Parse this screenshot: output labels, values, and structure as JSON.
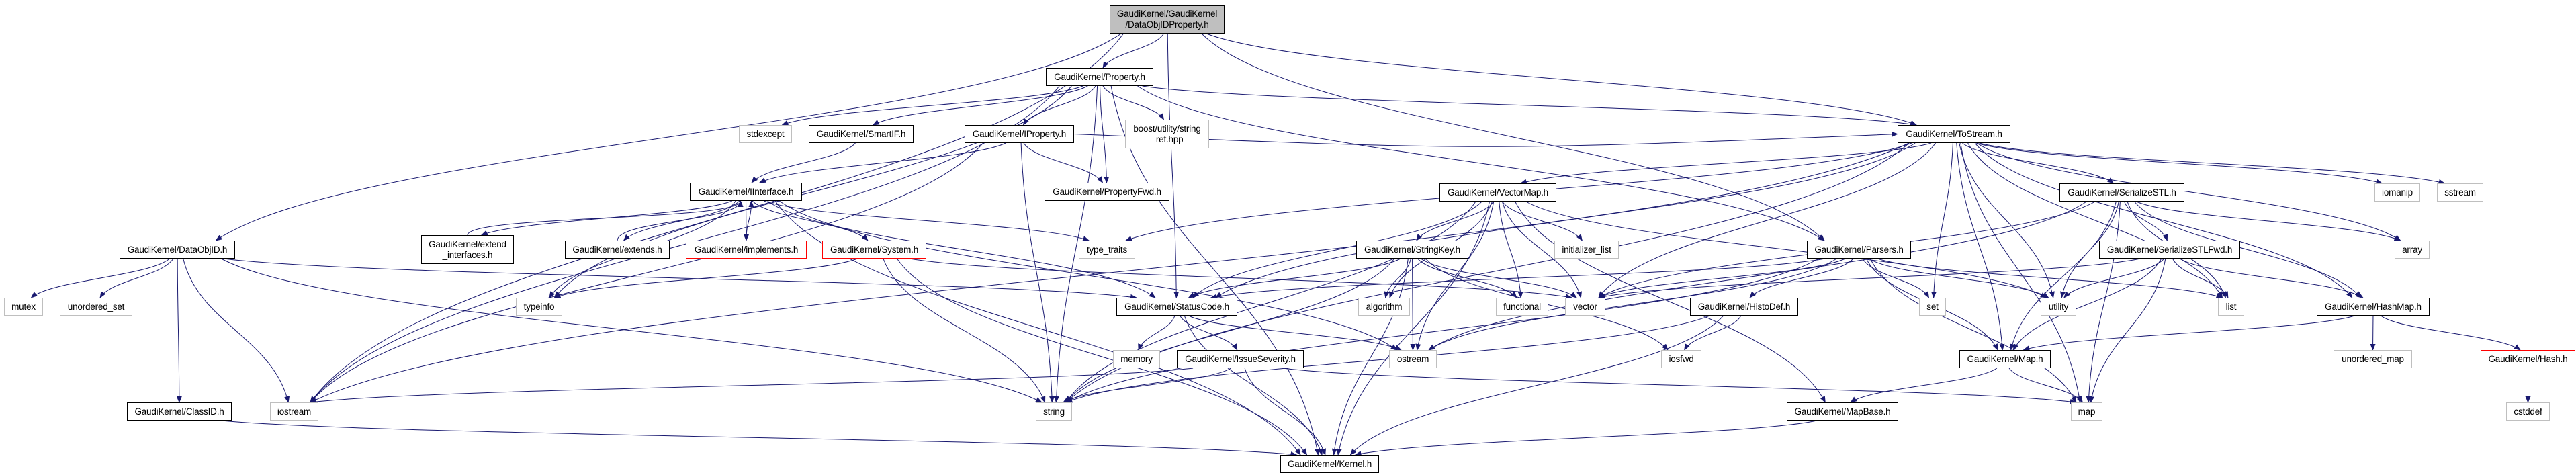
{
  "graph": {
    "type": "include-dependency-graph",
    "edge_color": "#191970",
    "colors": {
      "root_fill": "#bfbfbf",
      "file_border": "#000000",
      "external_border": "#bfbfbf",
      "truncated_border": "#ff0000"
    },
    "nodes": [
      {
        "id": "dop",
        "label": "GaudiKernel/GaudiKernel\n/DataObjIDProperty.h",
        "kind": "root"
      },
      {
        "id": "property",
        "label": "GaudiKernel/Property.h",
        "kind": "file"
      },
      {
        "id": "stdexcept",
        "label": "stdexcept",
        "kind": "external"
      },
      {
        "id": "smartif",
        "label": "GaudiKernel/SmartIF.h",
        "kind": "file"
      },
      {
        "id": "iproperty",
        "label": "GaudiKernel/IProperty.h",
        "kind": "file"
      },
      {
        "id": "boost",
        "label": "boost/utility/string\n_ref.hpp",
        "kind": "external"
      },
      {
        "id": "tostream",
        "label": "GaudiKernel/ToStream.h",
        "kind": "file"
      },
      {
        "id": "iinterface",
        "label": "GaudiKernel/IInterface.h",
        "kind": "file"
      },
      {
        "id": "propertyfwd",
        "label": "GaudiKernel/PropertyFwd.h",
        "kind": "file"
      },
      {
        "id": "vectormap",
        "label": "GaudiKernel/VectorMap.h",
        "kind": "file"
      },
      {
        "id": "serializestl",
        "label": "GaudiKernel/SerializeSTL.h",
        "kind": "file"
      },
      {
        "id": "iomanip",
        "label": "iomanip",
        "kind": "external"
      },
      {
        "id": "sstream",
        "label": "sstream",
        "kind": "external"
      },
      {
        "id": "dataobjid",
        "label": "GaudiKernel/DataObjID.h",
        "kind": "file"
      },
      {
        "id": "extend_if",
        "label": "GaudiKernel/extend\n_interfaces.h",
        "kind": "file"
      },
      {
        "id": "extends",
        "label": "GaudiKernel/extends.h",
        "kind": "file"
      },
      {
        "id": "implements",
        "label": "GaudiKernel/implements.h",
        "kind": "truncated"
      },
      {
        "id": "system",
        "label": "GaudiKernel/System.h",
        "kind": "truncated"
      },
      {
        "id": "type_traits",
        "label": "type_traits",
        "kind": "external"
      },
      {
        "id": "stringkey",
        "label": "GaudiKernel/StringKey.h",
        "kind": "file"
      },
      {
        "id": "init_list",
        "label": "initializer_list",
        "kind": "external"
      },
      {
        "id": "parsers",
        "label": "GaudiKernel/Parsers.h",
        "kind": "file"
      },
      {
        "id": "serializestlfwd",
        "label": "GaudiKernel/SerializeSTLFwd.h",
        "kind": "file"
      },
      {
        "id": "array",
        "label": "array",
        "kind": "external"
      },
      {
        "id": "mutex",
        "label": "mutex",
        "kind": "external"
      },
      {
        "id": "unordered_set",
        "label": "unordered_set",
        "kind": "external"
      },
      {
        "id": "typeinfo",
        "label": "typeinfo",
        "kind": "external"
      },
      {
        "id": "statuscode",
        "label": "GaudiKernel/StatusCode.h",
        "kind": "file"
      },
      {
        "id": "algorithm",
        "label": "algorithm",
        "kind": "external"
      },
      {
        "id": "functional",
        "label": "functional",
        "kind": "external"
      },
      {
        "id": "vector",
        "label": "vector",
        "kind": "external"
      },
      {
        "id": "histodef",
        "label": "GaudiKernel/HistoDef.h",
        "kind": "file"
      },
      {
        "id": "set",
        "label": "set",
        "kind": "external"
      },
      {
        "id": "utility",
        "label": "utility",
        "kind": "external"
      },
      {
        "id": "list",
        "label": "list",
        "kind": "external"
      },
      {
        "id": "hashmap",
        "label": "GaudiKernel/HashMap.h",
        "kind": "file"
      },
      {
        "id": "memory",
        "label": "memory",
        "kind": "external"
      },
      {
        "id": "issueseverity",
        "label": "GaudiKernel/IssueSeverity.h",
        "kind": "file"
      },
      {
        "id": "ostream",
        "label": "ostream",
        "kind": "external"
      },
      {
        "id": "iosfwd",
        "label": "iosfwd",
        "kind": "external"
      },
      {
        "id": "map_h",
        "label": "GaudiKernel/Map.h",
        "kind": "file"
      },
      {
        "id": "unordered_map",
        "label": "unordered_map",
        "kind": "external"
      },
      {
        "id": "hash",
        "label": "GaudiKernel/Hash.h",
        "kind": "truncated"
      },
      {
        "id": "classid",
        "label": "GaudiKernel/ClassID.h",
        "kind": "file"
      },
      {
        "id": "iostream",
        "label": "iostream",
        "kind": "external"
      },
      {
        "id": "string",
        "label": "string",
        "kind": "external"
      },
      {
        "id": "mapbase",
        "label": "GaudiKernel/MapBase.h",
        "kind": "file"
      },
      {
        "id": "map",
        "label": "map",
        "kind": "external"
      },
      {
        "id": "cstddef",
        "label": "cstddef",
        "kind": "external"
      },
      {
        "id": "kernel",
        "label": "GaudiKernel/Kernel.h",
        "kind": "file"
      }
    ],
    "edges": [
      [
        "dop",
        "property"
      ],
      [
        "dop",
        "statuscode"
      ],
      [
        "dop",
        "dataobjid"
      ],
      [
        "dop",
        "tostream"
      ],
      [
        "dop",
        "parsers"
      ],
      [
        "dop",
        "iostream"
      ],
      [
        "property",
        "stdexcept"
      ],
      [
        "property",
        "smartif"
      ],
      [
        "property",
        "iproperty"
      ],
      [
        "property",
        "boost"
      ],
      [
        "property",
        "propertyfwd"
      ],
      [
        "property",
        "string"
      ],
      [
        "property",
        "kernel"
      ],
      [
        "property",
        "tostream"
      ],
      [
        "property",
        "parsers"
      ],
      [
        "property",
        "iostream"
      ],
      [
        "property",
        "typeinfo"
      ],
      [
        "smartif",
        "iinterface"
      ],
      [
        "iproperty",
        "iinterface"
      ],
      [
        "iproperty",
        "propertyfwd"
      ],
      [
        "iproperty",
        "string"
      ],
      [
        "iproperty",
        "iostream"
      ],
      [
        "iproperty",
        "tostream"
      ],
      [
        "iinterface",
        "extend_if"
      ],
      [
        "iinterface",
        "extends"
      ],
      [
        "iinterface",
        "implements"
      ],
      [
        "iinterface",
        "system"
      ],
      [
        "iinterface",
        "type_traits"
      ],
      [
        "iinterface",
        "statuscode"
      ],
      [
        "iinterface",
        "ostream"
      ],
      [
        "iinterface",
        "typeinfo"
      ],
      [
        "iinterface",
        "kernel"
      ],
      [
        "extend_if",
        "iinterface"
      ],
      [
        "extends",
        "iinterface"
      ],
      [
        "implements",
        "iinterface"
      ],
      [
        "system",
        "kernel"
      ],
      [
        "system",
        "string"
      ],
      [
        "system",
        "typeinfo"
      ],
      [
        "system",
        "vector"
      ],
      [
        "dataobjid",
        "mutex"
      ],
      [
        "dataobjid",
        "unordered_set"
      ],
      [
        "dataobjid",
        "classid"
      ],
      [
        "dataobjid",
        "iostream"
      ],
      [
        "dataobjid",
        "statuscode"
      ],
      [
        "dataobjid",
        "string"
      ],
      [
        "classid",
        "kernel"
      ],
      [
        "statuscode",
        "memory"
      ],
      [
        "statuscode",
        "issueseverity"
      ],
      [
        "statuscode",
        "ostream"
      ],
      [
        "statuscode",
        "kernel"
      ],
      [
        "issueseverity",
        "kernel"
      ],
      [
        "issueseverity",
        "string"
      ],
      [
        "issueseverity",
        "map"
      ],
      [
        "issueseverity",
        "iostream"
      ],
      [
        "tostream",
        "vectormap"
      ],
      [
        "tostream",
        "serializestl"
      ],
      [
        "tostream",
        "iomanip"
      ],
      [
        "tostream",
        "sstream"
      ],
      [
        "tostream",
        "array"
      ],
      [
        "tostream",
        "hashmap"
      ],
      [
        "tostream",
        "map_h"
      ],
      [
        "tostream",
        "map"
      ],
      [
        "tostream",
        "list"
      ],
      [
        "tostream",
        "set"
      ],
      [
        "tostream",
        "vector"
      ],
      [
        "tostream",
        "string"
      ],
      [
        "tostream",
        "type_traits"
      ],
      [
        "tostream",
        "iostream"
      ],
      [
        "tostream",
        "utility"
      ],
      [
        "tostream",
        "statuscode"
      ],
      [
        "vectormap",
        "stringkey"
      ],
      [
        "vectormap",
        "algorithm"
      ],
      [
        "vectormap",
        "functional"
      ],
      [
        "vectormap",
        "init_list"
      ],
      [
        "vectormap",
        "vector"
      ],
      [
        "vectormap",
        "ostream"
      ],
      [
        "vectormap",
        "kernel"
      ],
      [
        "vectormap",
        "mapbase"
      ],
      [
        "vectormap",
        "utility"
      ],
      [
        "vectormap",
        "statuscode"
      ],
      [
        "vectormap",
        "string"
      ],
      [
        "stringkey",
        "algorithm"
      ],
      [
        "stringkey",
        "functional"
      ],
      [
        "stringkey",
        "vector"
      ],
      [
        "stringkey",
        "ostream"
      ],
      [
        "stringkey",
        "iosfwd"
      ],
      [
        "stringkey",
        "kernel"
      ],
      [
        "stringkey",
        "string"
      ],
      [
        "stringkey",
        "statuscode"
      ],
      [
        "parsers",
        "histodef"
      ],
      [
        "parsers",
        "set"
      ],
      [
        "parsers",
        "map"
      ],
      [
        "parsers",
        "list"
      ],
      [
        "parsers",
        "vector"
      ],
      [
        "parsers",
        "string"
      ],
      [
        "parsers",
        "statuscode"
      ],
      [
        "parsers",
        "utility"
      ],
      [
        "parsers",
        "map_h"
      ],
      [
        "parsers",
        "ostream"
      ],
      [
        "histodef",
        "iosfwd"
      ],
      [
        "histodef",
        "string"
      ],
      [
        "histodef",
        "kernel"
      ],
      [
        "mapbase",
        "kernel"
      ],
      [
        "serializestl",
        "serializestlfwd"
      ],
      [
        "serializestl",
        "utility"
      ],
      [
        "serializestl",
        "map_h"
      ],
      [
        "serializestl",
        "list"
      ],
      [
        "serializestl",
        "hashmap"
      ],
      [
        "serializestl",
        "array"
      ],
      [
        "serializestl",
        "map"
      ],
      [
        "serializestl",
        "vector"
      ],
      [
        "serializestl",
        "ostream"
      ],
      [
        "serializestlfwd",
        "utility"
      ],
      [
        "serializestlfwd",
        "list"
      ],
      [
        "serializestlfwd",
        "hashmap"
      ],
      [
        "serializestlfwd",
        "map_h"
      ],
      [
        "serializestlfwd",
        "map"
      ],
      [
        "serializestlfwd",
        "vector"
      ],
      [
        "hashmap",
        "map_h"
      ],
      [
        "hashmap",
        "unordered_map"
      ],
      [
        "hashmap",
        "hash"
      ],
      [
        "hash",
        "cstddef"
      ],
      [
        "map_h",
        "map"
      ],
      [
        "map_h",
        "mapbase"
      ]
    ]
  }
}
